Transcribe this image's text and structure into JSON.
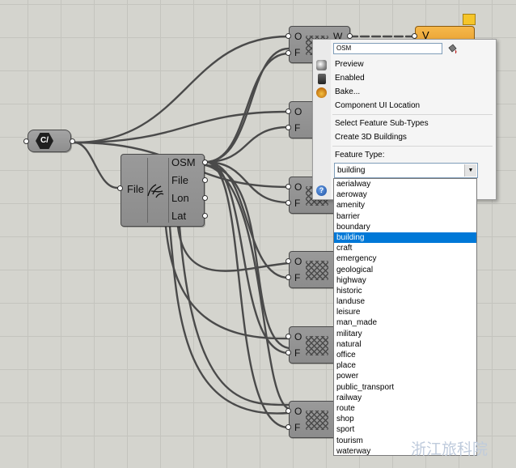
{
  "canvas": {
    "background": "#d4d4ce"
  },
  "file_node": {
    "icon": "hex-file-path-icon",
    "label": "C/"
  },
  "osm_component": {
    "inputs": [
      {
        "label": "File"
      }
    ],
    "outputs": [
      {
        "label": "OSM"
      },
      {
        "label": "File"
      },
      {
        "label": "Lon"
      },
      {
        "label": "Lat"
      }
    ]
  },
  "filter_components": [
    {
      "in_top": "O",
      "in_bottom": "F",
      "out": "W"
    },
    {
      "in_top": "O",
      "in_bottom": "F",
      "out": ""
    },
    {
      "in_top": "O",
      "in_bottom": "F",
      "out": ""
    },
    {
      "in_top": "O",
      "in_bottom": "F",
      "out": ""
    },
    {
      "in_top": "O",
      "in_bottom": "F",
      "out": ""
    },
    {
      "in_top": "O",
      "in_bottom": "F",
      "out": ""
    }
  ],
  "viewer_node": {
    "label": "V"
  },
  "context_menu": {
    "name_value": "OSM",
    "items": [
      {
        "label": "Preview",
        "icon": "preview-icon"
      },
      {
        "label": "Enabled",
        "icon": "enabled-icon"
      },
      {
        "label": "Bake...",
        "icon": "bake-icon"
      },
      {
        "label": "Component UI Location",
        "icon": ""
      },
      {
        "label": "Select Feature Sub-Types",
        "icon": ""
      },
      {
        "label": "Create 3D Buildings",
        "icon": ""
      }
    ],
    "feature_type_label": "Feature Type:",
    "feature_type_selected": "building",
    "help_icon": "help-icon"
  },
  "feature_type_options": [
    "aerialway",
    "aeroway",
    "amenity",
    "barrier",
    "boundary",
    "building",
    "craft",
    "emergency",
    "geological",
    "highway",
    "historic",
    "landuse",
    "leisure",
    "man_made",
    "military",
    "natural",
    "office",
    "place",
    "power",
    "public_transport",
    "railway",
    "route",
    "shop",
    "sport",
    "tourism",
    "waterway"
  ],
  "selected_index": 5,
  "watermark": "浙江旅科院",
  "colors": {
    "component_gray": "#8f8f8f",
    "viewer_orange": "#f0aa3c",
    "selection_blue": "#0078d7",
    "wire": "#4a4a4a"
  }
}
